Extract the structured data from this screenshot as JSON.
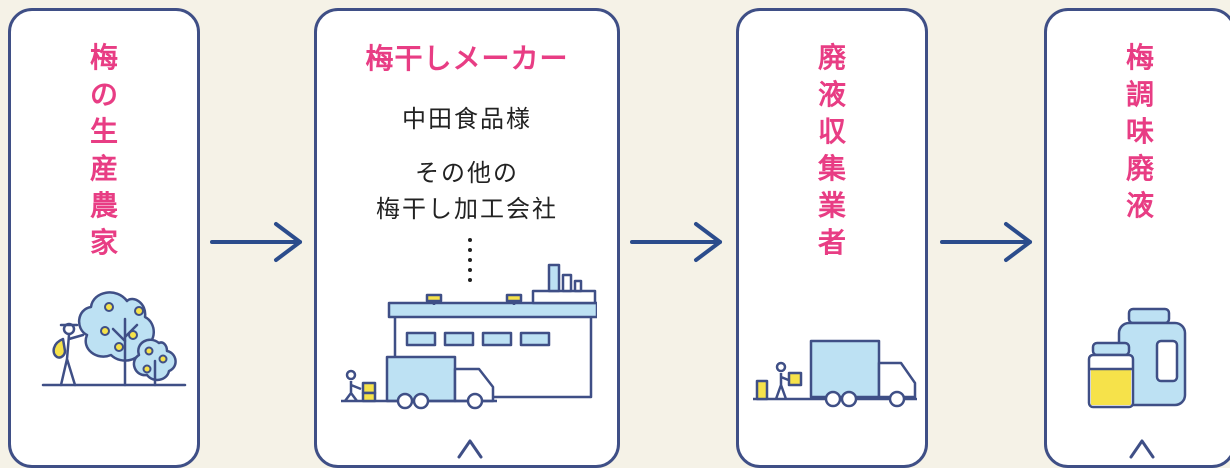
{
  "cards": {
    "farmer": {
      "title": [
        "梅",
        "の",
        "生",
        "産",
        "農",
        "家"
      ]
    },
    "maker": {
      "title": "梅干しメーカー",
      "line1": "中田食品様",
      "line2": "その他の",
      "line3": "梅干し加工会社"
    },
    "collector": {
      "title": [
        "廃",
        "液",
        "収",
        "集",
        "業",
        "者"
      ]
    },
    "product": {
      "title": [
        "梅",
        "調",
        "味",
        "廃",
        "液"
      ]
    }
  },
  "colors": {
    "border": "#3f4f86",
    "title": "#e83d84",
    "arrow": "#2b4c8c",
    "illustration_blue": "#bde1f3",
    "illustration_yellow": "#f6e24a",
    "background": "#f5f2e7"
  }
}
